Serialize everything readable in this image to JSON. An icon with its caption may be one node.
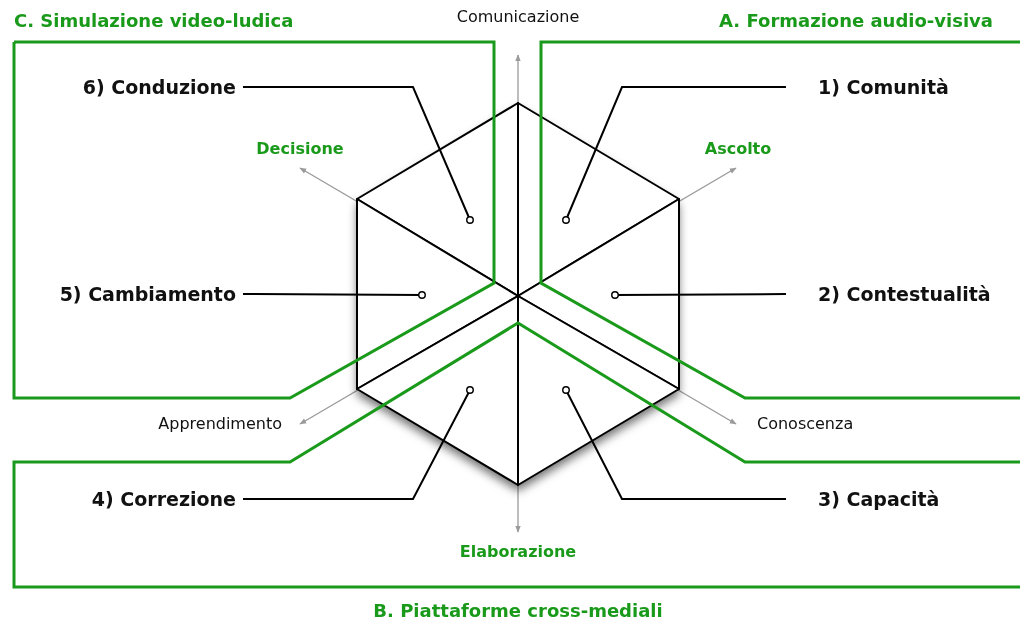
{
  "diagram": {
    "nodes": [
      {
        "text": [
          "C. Simulazione video-ludica"
        ]
      },
      {
        "text": [
          "A. Formazione audio-visiva"
        ]
      },
      {
        "text": [
          "6) Conduzione"
        ],
        "in": 0
      },
      {
        "text": [
          "1) Comunità"
        ],
        "in": 1
      },
      {
        "text": [
          "5) Cambiamento"
        ],
        "in": 0
      },
      {
        "text": [
          "2) Contestualità"
        ],
        "in": 1
      },
      {
        "text": [
          "B. Piattaforme cross-mediali"
        ]
      },
      {
        "text": [
          "4) Correzione"
        ],
        "in": 6
      },
      {
        "text": [
          "3) Capacità"
        ],
        "in": 6
      },
      {
        "text": [],
        "shape": "triangle"
      },
      {
        "text": [],
        "shape": "triangle"
      },
      {
        "text": [],
        "shape": "triangle"
      },
      {
        "text": [],
        "shape": "triangle"
      },
      {
        "text": [],
        "shape": "triangle"
      },
      {
        "text": [],
        "shape": "triangle"
      }
    ],
    "edges": [
      {
        "from": 2,
        "to": 9,
        "arrow": "other"
      },
      {
        "from": 3,
        "to": 10,
        "arrow": "other"
      },
      {
        "from": 4,
        "to": 11,
        "arrow": "other"
      },
      {
        "from": 5,
        "to": 12,
        "arrow": "other"
      },
      {
        "from": 7,
        "to": 13,
        "arrow": "other"
      },
      {
        "from": 8,
        "to": 14,
        "arrow": "other"
      }
    ],
    "labels": [
      "Comunicazione",
      "Decisione",
      "Ascolto",
      "Apprendimento",
      "Conoscenza",
      "Elaborazione"
    ]
  }
}
